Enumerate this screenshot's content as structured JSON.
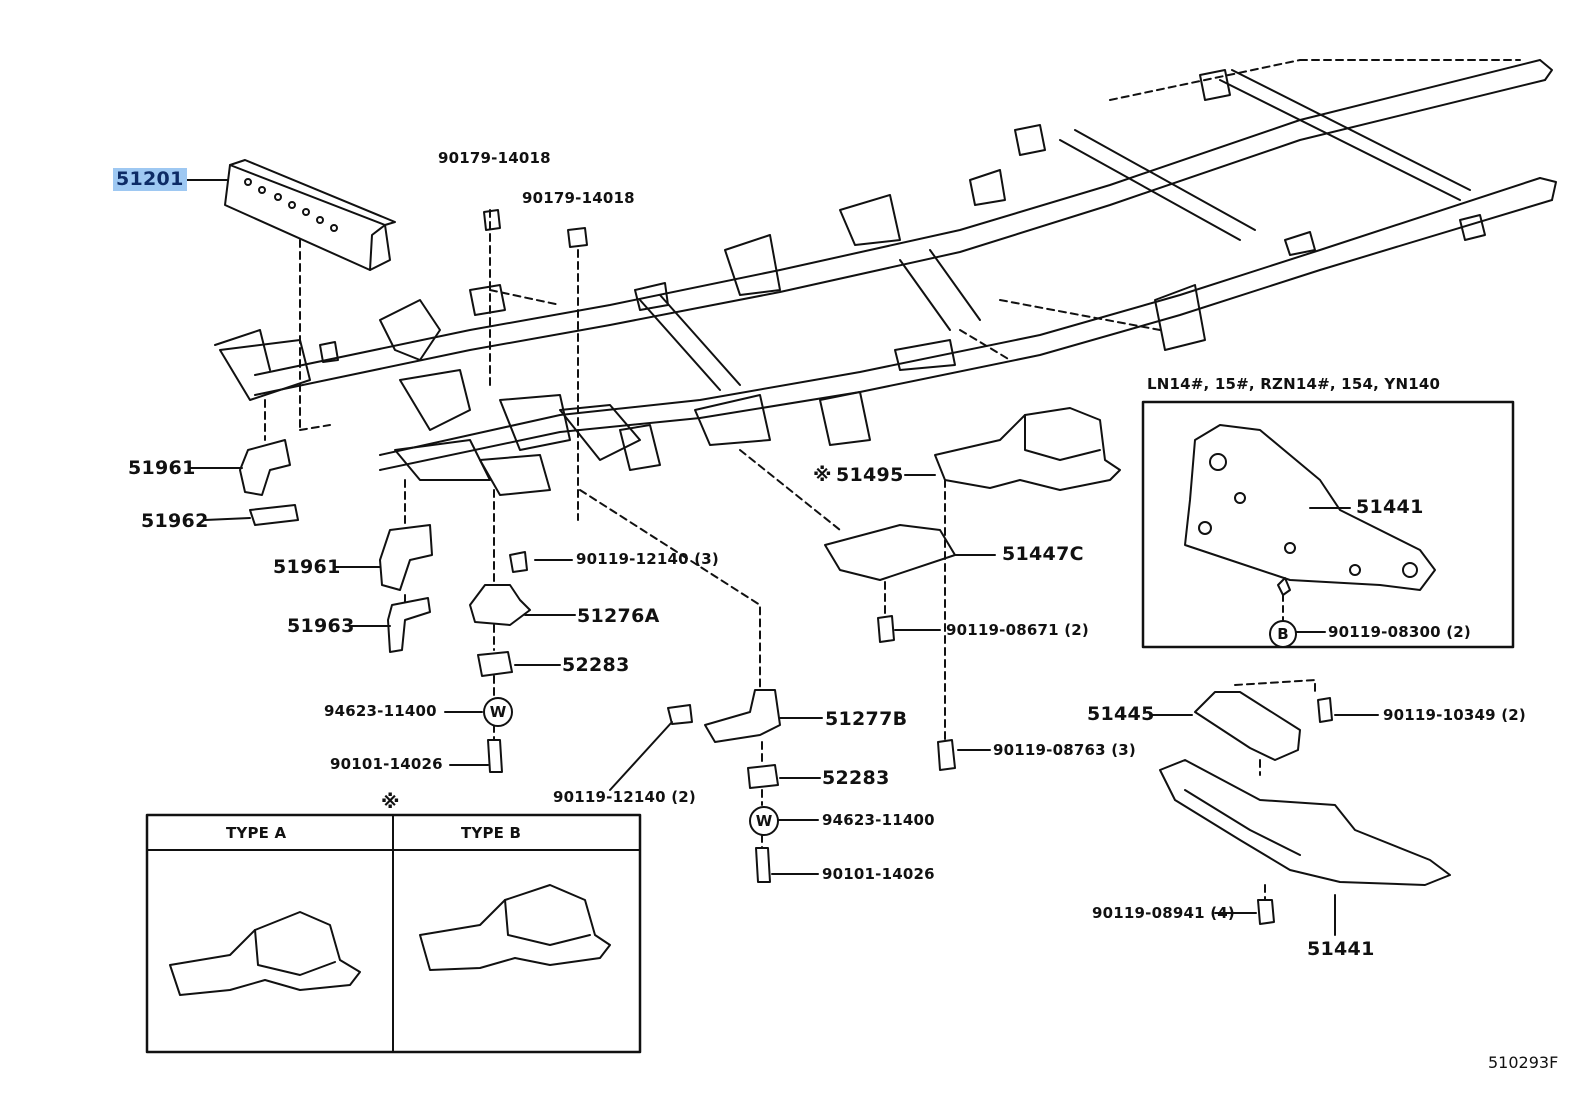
{
  "diagram": {
    "ref_code": "510293F",
    "note_symbol": "※",
    "variant_box": {
      "title": "LN14#, 15#, RZN14#, 154, YN140"
    },
    "type_box": {
      "type_a": "TYPE  A",
      "type_b": "TYPE  B"
    },
    "circle_b": "B",
    "circle_w": "W",
    "parts": {
      "p51201": "51201",
      "p90179a": "90179-14018",
      "p90179b": "90179-14018",
      "p51961a": "51961",
      "p51962": "51962",
      "p51961b": "51961",
      "p51963": "51963",
      "p90119_12140_3": "90119-12140 (3)",
      "p51276A": "51276A",
      "p52283a": "52283",
      "p94623a": "94623-11400",
      "p90101a": "90101-14026",
      "p90119_12140_2": "90119-12140 (2)",
      "p51277B": "51277B",
      "p52283b": "52283",
      "p94623b": "94623-11400",
      "p90101b": "90101-14026",
      "p51495": "51495",
      "p51447C": "51447C",
      "p90119_08671": "90119-08671 (2)",
      "p90119_08763": "90119-08763 (3)",
      "p51441a": "51441",
      "p90119_08300": "90119-08300 (2)",
      "p51445": "51445",
      "p90119_10349": "90119-10349 (2)",
      "p90119_08941": "90119-08941 (4)",
      "p51441b": "51441"
    }
  }
}
